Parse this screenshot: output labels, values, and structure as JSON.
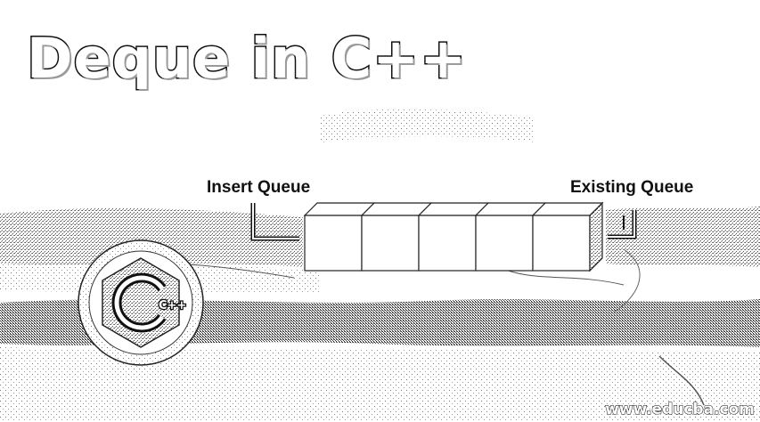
{
  "title": "Deque in C++",
  "labels": {
    "insert": "Insert Queue",
    "existing": "Existing Queue"
  },
  "logo": {
    "text": "C++",
    "icon": "cpp-logo-icon"
  },
  "queue": {
    "cells": [
      "",
      "",
      "",
      "",
      ""
    ]
  },
  "watermark": "www.educba.com"
}
